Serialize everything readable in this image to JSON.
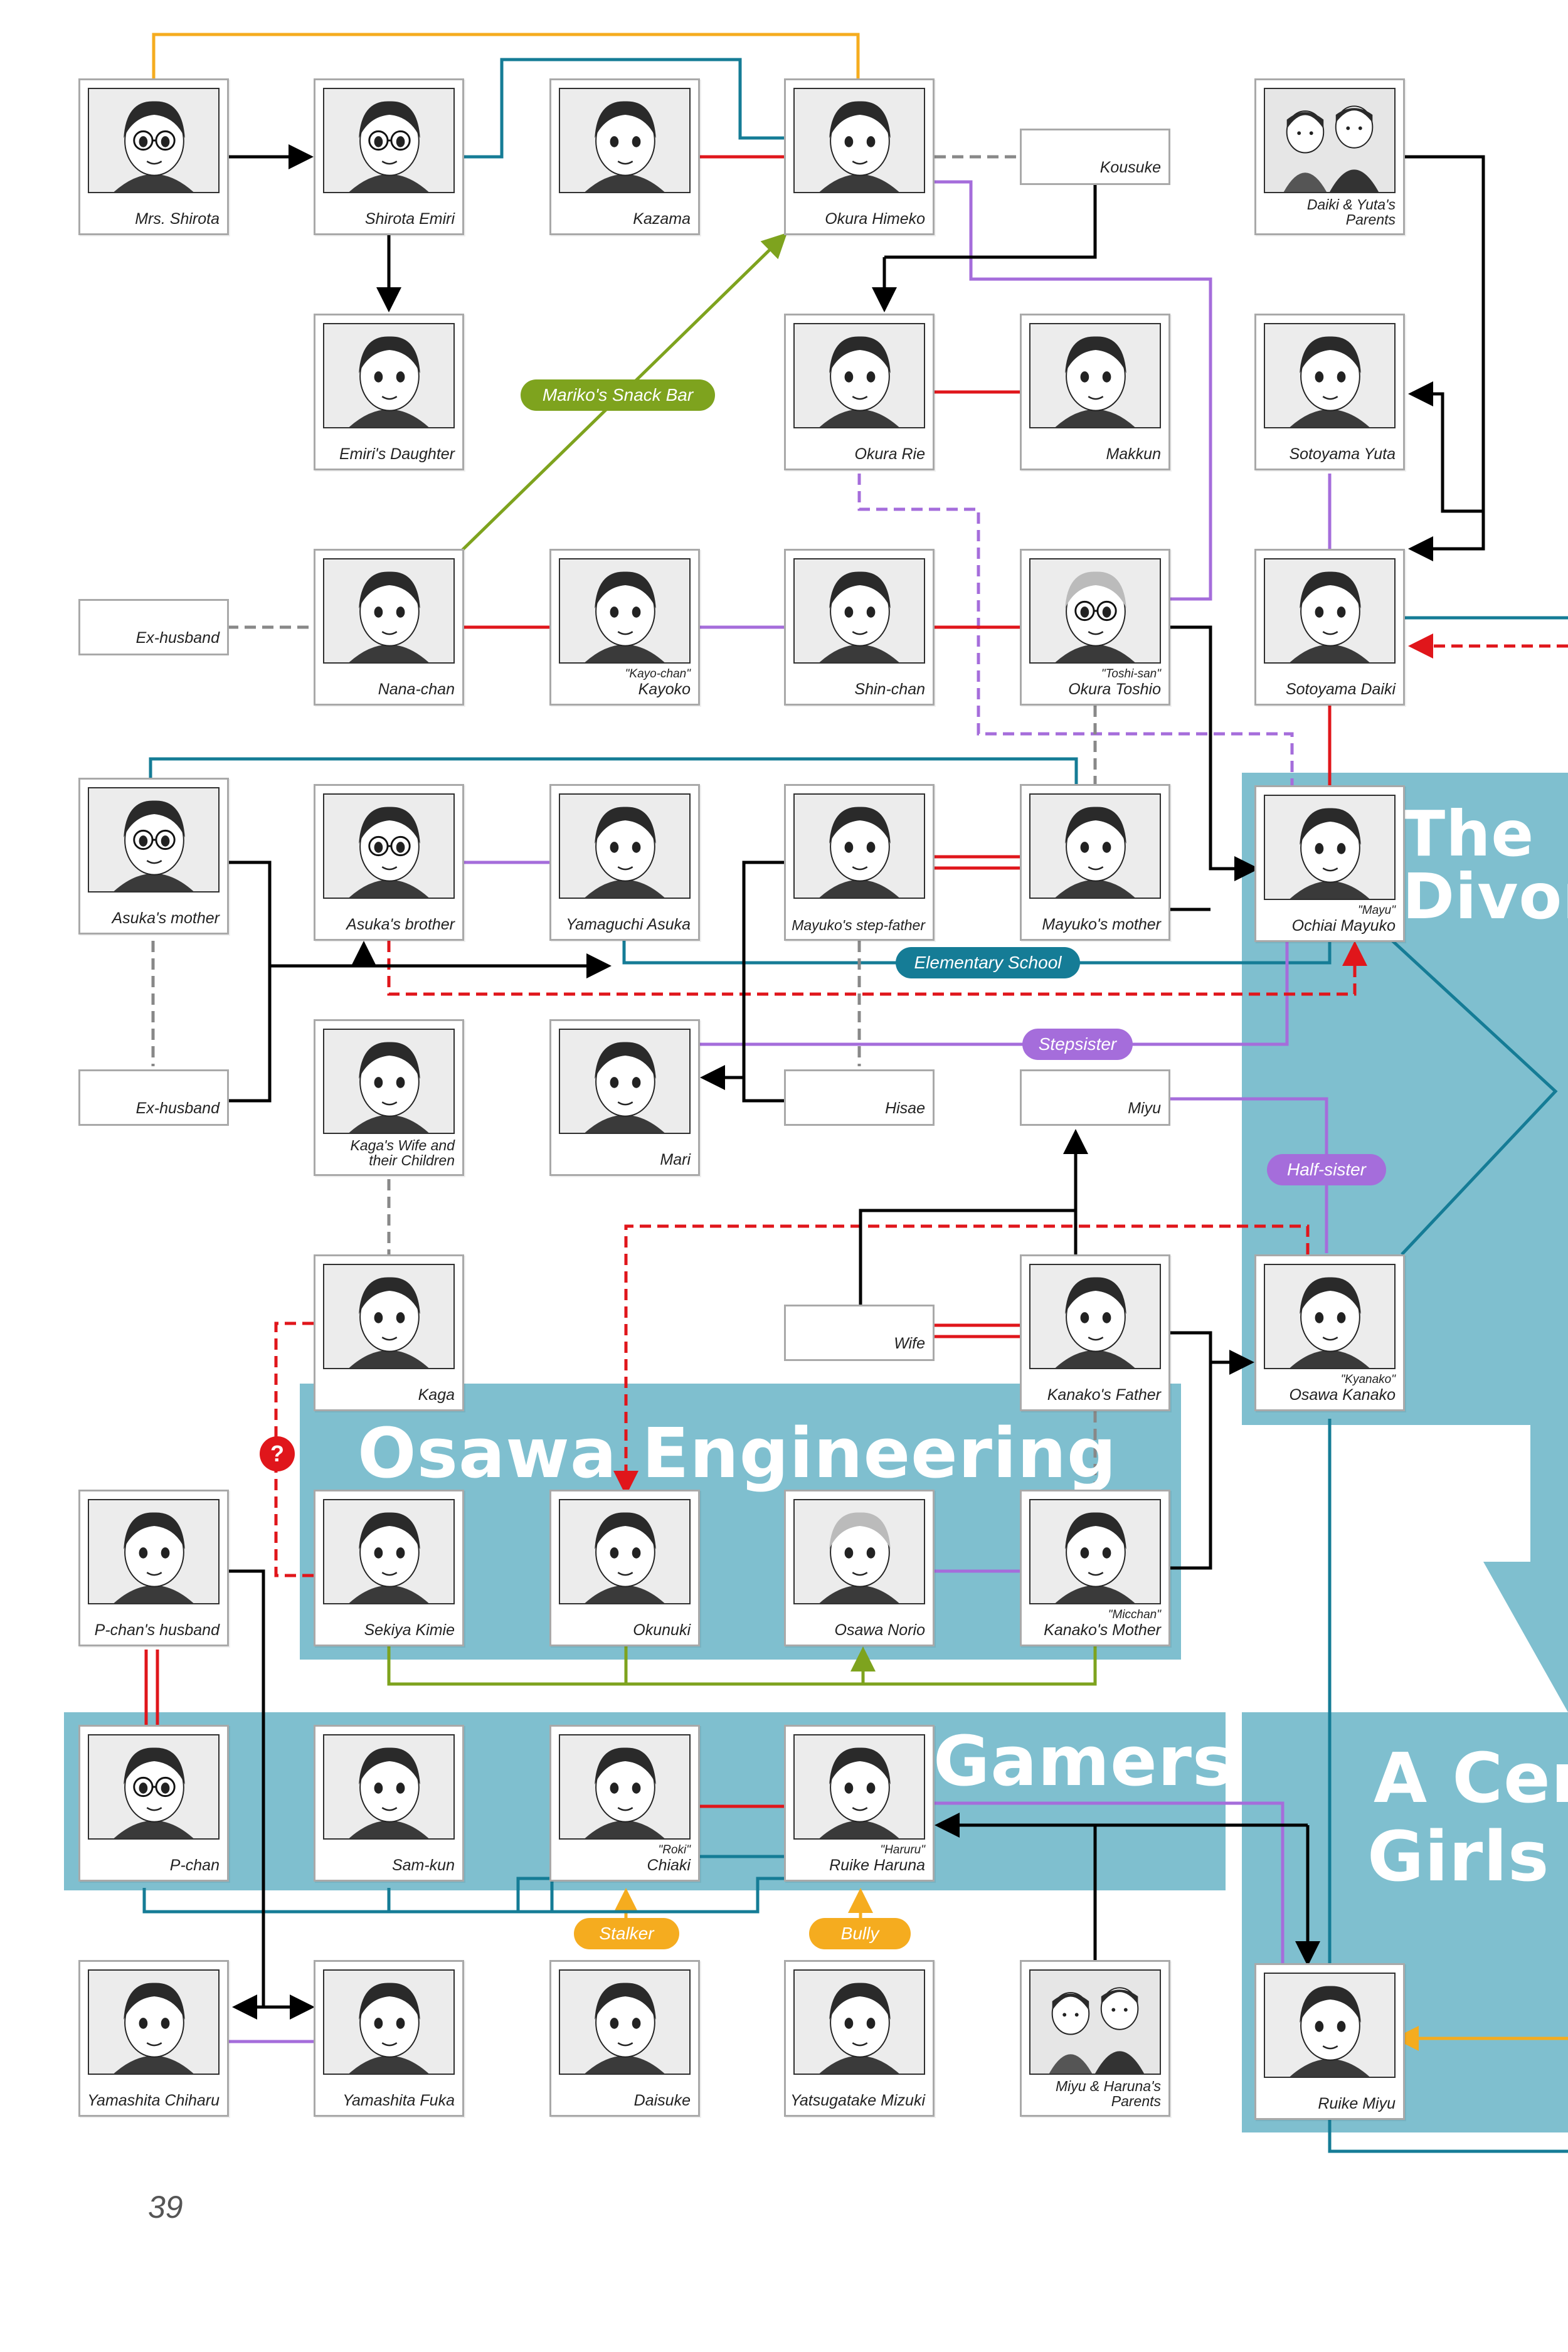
{
  "page_number": "39",
  "colors": {
    "group_bg": "#7fbfcf",
    "romance": "#e0161b",
    "friend": "#a56ddb",
    "school": "#157c96",
    "parent_child": "#000000",
    "divorced": "#888888",
    "workplace": "#7ea31e",
    "enemy": "#f5ac1f"
  },
  "groups": {
    "osawa": "Osawa Engineering",
    "gamers": "Gamers",
    "divorce": "The Divor",
    "century_1": "A Cen",
    "century_2": "Girls"
  },
  "labels": {
    "mariko": "Mariko's Snack Bar",
    "elementary": "Elementary School",
    "stepsister": "Stepsister",
    "halfsister": "Half-sister",
    "stalker": "Stalker",
    "bully": "Bully",
    "question": "?"
  },
  "people": {
    "mrs_shirota": {
      "name": "Mrs. Shirota",
      "icon": "woman-glasses-portrait"
    },
    "shirota_emiri": {
      "name": "Shirota Emiri",
      "icon": "woman-glasses-portrait"
    },
    "kazama": {
      "name": "Kazama",
      "icon": "man-portrait"
    },
    "okura_himeko": {
      "name": "Okura Himeko",
      "icon": "woman-portrait"
    },
    "kousuke": {
      "name": "Kousuke"
    },
    "daiki_yuta_parents": {
      "name": "Daiki & Yuta's Parents",
      "icon": "couple-portrait"
    },
    "emiris_daughter": {
      "name": "Emiri's Daughter",
      "icon": "girl-portrait"
    },
    "okura_rie": {
      "name": "Okura Rie",
      "icon": "girl-portrait"
    },
    "makkun": {
      "name": "Makkun",
      "icon": "boy-portrait"
    },
    "sotoyama_yuta": {
      "name": "Sotoyama Yuta",
      "icon": "boy-portrait"
    },
    "ex_husband_1": {
      "name": "Ex-husband"
    },
    "nana_chan": {
      "name": "Nana-chan",
      "icon": "woman-portrait"
    },
    "kayoko": {
      "nick": "\"Kayo-chan\"",
      "name": "Kayoko",
      "icon": "boy-portrait"
    },
    "shin_chan": {
      "name": "Shin-chan",
      "icon": "boy-portrait"
    },
    "okura_toshio": {
      "nick": "\"Toshi-san\"",
      "name": "Okura Toshio",
      "icon": "old-man-glasses-portrait"
    },
    "sotoyama_daiki": {
      "name": "Sotoyama Daiki",
      "icon": "boy-portrait"
    },
    "asukas_mother": {
      "name": "Asuka's mother",
      "icon": "woman-glasses-portrait"
    },
    "asukas_brother": {
      "name": "Asuka's brother",
      "icon": "boy-glasses-portrait"
    },
    "yamaguchi_asuka": {
      "name": "Yamaguchi Asuka",
      "icon": "girl-portrait"
    },
    "mayukos_stepfather": {
      "name": "Mayuko's step-father",
      "icon": "man-portrait"
    },
    "mayukos_mother": {
      "name": "Mayuko's mother",
      "icon": "woman-portrait"
    },
    "ochiai_mayuko": {
      "nick": "\"Mayu\"",
      "name": "Ochiai Mayuko",
      "icon": "girl-portrait"
    },
    "ex_husband_2": {
      "name": "Ex-husband"
    },
    "kagas_wife": {
      "name": "Kaga's Wife and their Children",
      "icon": "woman-portrait"
    },
    "mari": {
      "name": "Mari",
      "icon": "woman-portrait"
    },
    "hisae": {
      "name": "Hisae"
    },
    "miyu_blank": {
      "name": "Miyu"
    },
    "kaga": {
      "name": "Kaga",
      "icon": "man-portrait"
    },
    "wife": {
      "name": "Wife"
    },
    "kanakos_father": {
      "name": "Kanako's Father",
      "icon": "man-portrait"
    },
    "osawa_kanako": {
      "nick": "\"Kyanako\"",
      "name": "Osawa Kanako",
      "icon": "girl-portrait"
    },
    "pchans_husband": {
      "name": "P-chan's husband",
      "icon": "man-portrait"
    },
    "sekiya_kimie": {
      "name": "Sekiya Kimie",
      "icon": "woman-portrait"
    },
    "okunuki": {
      "name": "Okunuki",
      "icon": "boy-portrait"
    },
    "osawa_norio": {
      "name": "Osawa Norio",
      "icon": "old-man-portrait"
    },
    "kanakos_mother": {
      "nick": "\"Micchan\"",
      "name": "Kanako's Mother",
      "icon": "woman-portrait"
    },
    "p_chan": {
      "name": "P-chan",
      "icon": "woman-glasses-portrait"
    },
    "sam_kun": {
      "name": "Sam-kun",
      "icon": "boy-portrait"
    },
    "chiaki": {
      "nick": "\"Roki\"",
      "name": "Chiaki",
      "icon": "woman-portrait"
    },
    "ruike_haruna": {
      "nick": "\"Haruru\"",
      "name": "Ruike Haruna",
      "icon": "girl-portrait"
    },
    "yamashita_chiharu": {
      "name": "Yamashita Chiharu",
      "icon": "girl-portrait"
    },
    "yamashita_fuka": {
      "name": "Yamashita Fuka",
      "icon": "girl-portrait"
    },
    "daisuke": {
      "name": "Daisuke",
      "icon": "boy-portrait"
    },
    "yatsugatake_mizuki": {
      "name": "Yatsugatake Mizuki",
      "icon": "girl-portrait"
    },
    "miyu_haruna_parents": {
      "name": "Miyu & Haruna's Parents",
      "icon": "couple-portrait"
    },
    "ruike_miyu": {
      "name": "Ruike Miyu",
      "icon": "girl-portrait"
    }
  }
}
